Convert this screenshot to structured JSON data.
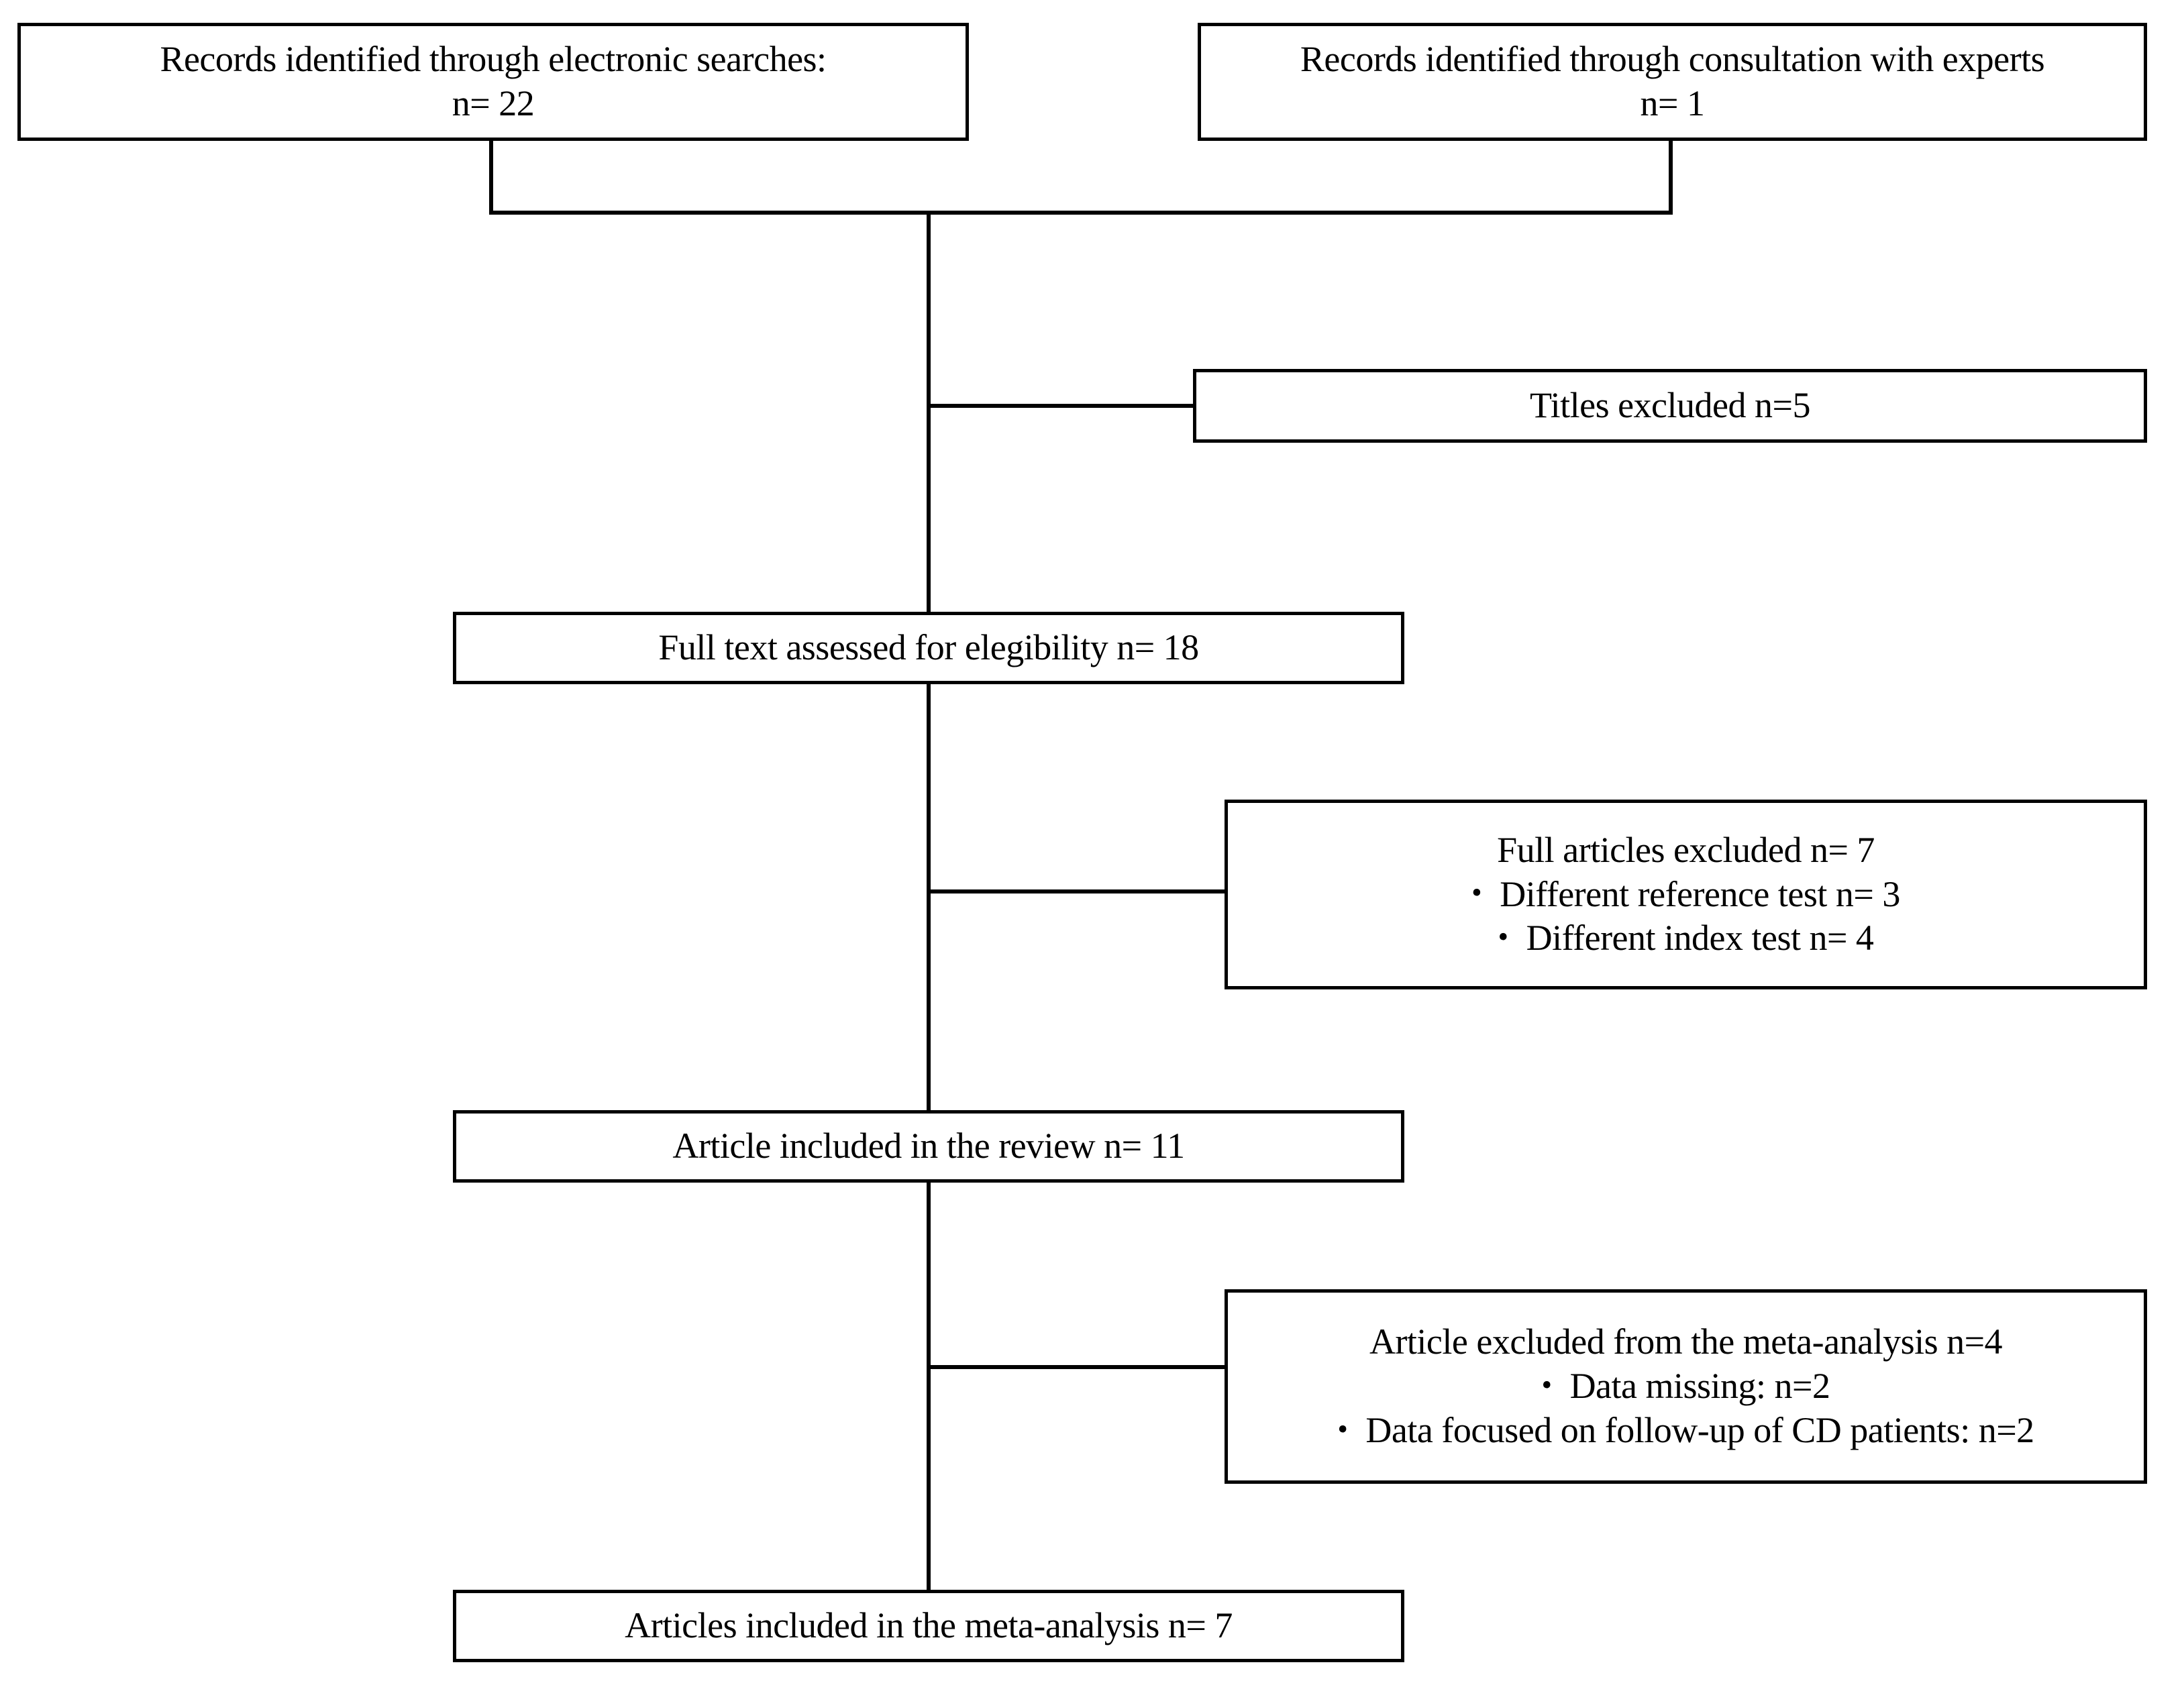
{
  "diagram": {
    "title": "PRISMA study selection flow diagram",
    "line_color": "#000000",
    "box_fill": "#ffffff",
    "text_color": "#000000"
  },
  "nodes": {
    "electronic_searches": {
      "line1": "Records identified through electronic searches:",
      "line2": "n= 22",
      "count": 22
    },
    "expert_consultation": {
      "line1": "Records identified through consultation with experts",
      "line2": "n= 1",
      "count": 1
    },
    "titles_excluded": {
      "line1": "Titles excluded n=5",
      "count": 5
    },
    "full_text_assessed": {
      "line1": "Full text assessed for elegibility n= 18",
      "count": 18
    },
    "full_articles_excluded": {
      "line1": "Full articles excluded n= 7",
      "bullet1": "Different reference test n= 3",
      "bullet2": "Different index test n= 4",
      "count": 7
    },
    "article_included_review": {
      "line1": "Article included in the review n= 11",
      "count": 11
    },
    "article_excluded_meta": {
      "line1": "Article excluded from the meta-analysis n=4",
      "bullet1": "Data missing: n=2",
      "bullet2": "Data focused on follow-up of CD patients: n=2",
      "count": 4
    },
    "articles_included_meta": {
      "line1": "Articles included in the meta-analysis n= 7",
      "count": 7
    }
  },
  "glyphs": {
    "bullet": "•"
  }
}
